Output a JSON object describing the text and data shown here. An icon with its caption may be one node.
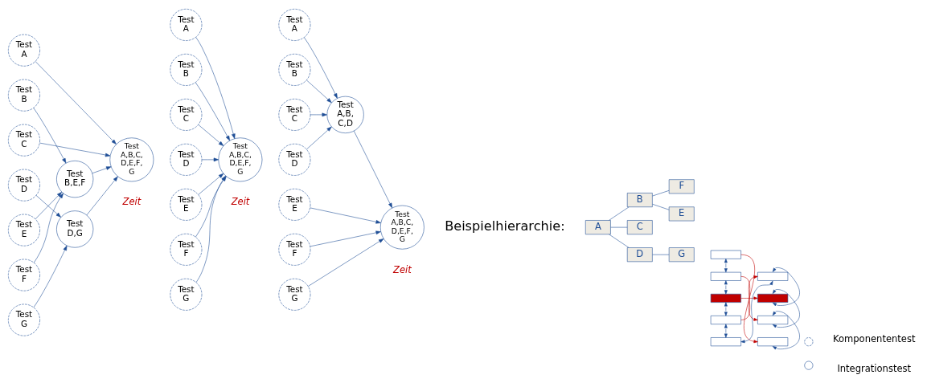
{
  "diagram": {
    "nodes": [
      {
        "text": [
          "Test A"
        ]
      },
      {
        "text": [
          "Test B"
        ]
      },
      {
        "text": [
          "Test C"
        ]
      },
      {
        "text": [
          "Test D"
        ]
      },
      {
        "text": [
          "Test E"
        ]
      },
      {
        "text": [
          "Test F"
        ]
      },
      {
        "text": [
          "Test G"
        ]
      },
      {
        "text": [
          "Test B,E,F"
        ]
      },
      {
        "text": [
          "Test D,G"
        ]
      },
      {
        "text": [
          "Test A,B,C, D,E,F, G"
        ]
      },
      {
        "text": [
          "Test A"
        ]
      },
      {
        "text": [
          "Test B"
        ]
      },
      {
        "text": [
          "Test C"
        ]
      },
      {
        "text": [
          "Test D"
        ]
      },
      {
        "text": [
          "Test E"
        ]
      },
      {
        "text": [
          "Test F"
        ]
      },
      {
        "text": [
          "Test G"
        ]
      },
      {
        "text": [
          "Test A,B,C, D,E,F, G"
        ]
      },
      {
        "text": [
          "Test A"
        ]
      },
      {
        "text": [
          "Test B"
        ]
      },
      {
        "text": [
          "Test C"
        ]
      },
      {
        "text": [
          "Test D"
        ]
      },
      {
        "text": [
          "Test E"
        ]
      },
      {
        "text": [
          "Test F"
        ]
      },
      {
        "text": [
          "Test G"
        ]
      },
      {
        "text": [
          "Test A,B, C,D"
        ]
      },
      {
        "text": [
          "Test A,B,C, D,E,F, G"
        ]
      },
      {
        "text": [
          "A"
        ]
      },
      {
        "text": [
          "B"
        ]
      },
      {
        "text": [
          "C"
        ]
      },
      {
        "text": [
          "D"
        ]
      },
      {
        "text": [
          "E"
        ]
      },
      {
        "text": [
          "F"
        ]
      },
      {
        "text": [
          "G"
        ]
      },
      {
        "text": [],
        "shape": "box"
      },
      {
        "text": [],
        "shape": "box"
      },
      {
        "text": [],
        "shape": "box"
      },
      {
        "text": [],
        "shape": "box"
      },
      {
        "text": [],
        "shape": "box"
      },
      {
        "text": [],
        "shape": "box"
      },
      {
        "text": [],
        "shape": "box"
      },
      {
        "text": [],
        "shape": "box"
      },
      {
        "text": [],
        "shape": "box"
      }
    ],
    "edges": [
      {
        "from": 1,
        "to": 7,
        "arrow": "to"
      },
      {
        "from": 4,
        "to": 7,
        "arrow": "to"
      },
      {
        "from": 5,
        "to": 7,
        "arrow": "to"
      },
      {
        "from": 0,
        "to": 9,
        "arrow": "to"
      },
      {
        "from": 7,
        "to": 9,
        "arrow": "to"
      },
      {
        "from": 2,
        "to": 9,
        "arrow": "to"
      },
      {
        "from": 3,
        "to": 8,
        "arrow": "to"
      },
      {
        "from": 6,
        "to": 8,
        "arrow": "to"
      },
      {
        "from": 8,
        "to": 9,
        "arrow": "to"
      },
      {
        "from": 10,
        "to": 17,
        "arrow": "to"
      },
      {
        "from": 11,
        "to": 17,
        "arrow": "to"
      },
      {
        "from": 12,
        "to": 17,
        "arrow": "to"
      },
      {
        "from": 13,
        "to": 17,
        "arrow": "to"
      },
      {
        "from": 14,
        "to": 17,
        "arrow": "to"
      },
      {
        "from": 15,
        "to": 17,
        "arrow": "to"
      },
      {
        "from": 16,
        "to": 17,
        "arrow": "to"
      },
      {
        "from": 18,
        "to": 25,
        "arrow": "to"
      },
      {
        "from": 19,
        "to": 25,
        "arrow": "to"
      },
      {
        "from": 20,
        "to": 25,
        "arrow": "to"
      },
      {
        "from": 21,
        "to": 25,
        "arrow": "to"
      },
      {
        "from": 25,
        "to": 26,
        "arrow": "to"
      },
      {
        "from": 22,
        "to": 26,
        "arrow": "to"
      },
      {
        "from": 23,
        "to": 26,
        "arrow": "to"
      },
      {
        "from": 24,
        "to": 26,
        "arrow": "to"
      },
      {
        "from": 27,
        "to": 28,
        "arrow": "none"
      },
      {
        "from": 27,
        "to": 29,
        "arrow": "none"
      },
      {
        "from": 27,
        "to": 30,
        "arrow": "none"
      },
      {
        "from": 28,
        "to": 31,
        "arrow": "none"
      },
      {
        "from": 28,
        "to": 32,
        "arrow": "none"
      },
      {
        "from": 30,
        "to": 33,
        "arrow": "none"
      },
      {
        "from": 34,
        "to": 35,
        "arrow": "to",
        "color": "#c00000"
      },
      {
        "from": 36,
        "to": 37,
        "arrow": "to",
        "color": "#c00000"
      },
      {
        "from": 38,
        "to": 39,
        "arrow": "to",
        "color": "#c00000"
      },
      {
        "from": 40,
        "to": 41,
        "arrow": "to",
        "color": "#c00000"
      },
      {
        "from": 34,
        "to": 36,
        "arrow": "both"
      },
      {
        "from": 36,
        "to": 38,
        "arrow": "both"
      },
      {
        "from": 38,
        "to": 40,
        "arrow": "both"
      },
      {
        "from": 40,
        "to": 42,
        "arrow": "both"
      },
      {
        "from": 42,
        "to": 41,
        "arrow": "both"
      },
      {
        "from": 41,
        "to": 39,
        "arrow": "both"
      },
      {
        "from": 39,
        "to": 37,
        "arrow": "both"
      },
      {
        "from": 37,
        "to": 35,
        "arrow": "both"
      }
    ],
    "labels": [
      "Zeit",
      "Zeit",
      "Zeit",
      "Beispielhierarchie:"
    ],
    "legend": [
      {
        "text": "Komponententest"
      },
      {
        "text": "Integrationstest"
      }
    ]
  }
}
